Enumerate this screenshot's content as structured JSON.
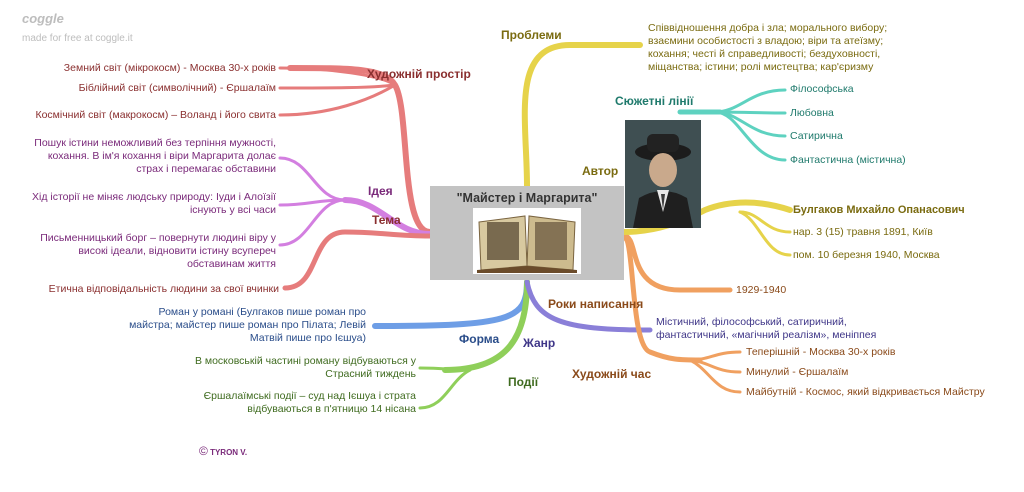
{
  "watermark": {
    "brand": "coggle",
    "tagline": "made for free at coggle.it"
  },
  "central": {
    "title": "\"Майстер і Маргарита\"",
    "icon": "open-book-image"
  },
  "author_portrait": {
    "icon": "portrait-image"
  },
  "colors": {
    "space": "#e67c7c",
    "idea": "#d37fe0",
    "theme": "#e67c7c",
    "form": "#6e9ee6",
    "events": "#8fcf5a",
    "problems": "#e6d34a",
    "plots": "#5ed2c0",
    "author": "#e6d34a",
    "years": "#f0a060",
    "genre": "#8a7fd8",
    "time": "#f0a060"
  },
  "branches": {
    "space": {
      "label": "Художній простір",
      "items": [
        "Земний світ (мікрокосм) - Москва 30-х років",
        "Біблійний світ (символічний) - Єршалаїм",
        "Космічний світ (макрокосм) – Воланд і його свита"
      ]
    },
    "idea": {
      "label": "Ідея",
      "items": [
        "Пошук істини неможливий без терпіння мужності,\nкохання. В ім'я кохання і віри Маргарита долає\nстрах і перемагає обставини",
        "Хід історії не міняє людську природу: Іуди і Алоїзії\nіснують у всі часи",
        "Письменницький борг – повернути людині віру у\nвисокі ідеали, відновити істину всупереч\nобставинам життя"
      ]
    },
    "theme": {
      "label": "Тема",
      "items": [
        "Етична відповідальність людини за свої вчинки"
      ]
    },
    "form": {
      "label": "Форма",
      "items": [
        "Роман у романі (Булгаков пише роман про\nмайстра; майстер пише роман про Пілата; Левій\nМатвій пише про Ієшуа)"
      ]
    },
    "events": {
      "label": "Події",
      "items": [
        "В московській частині роману відбуваються у\nСтрасний тиждень",
        "Єршалаїмські події – суд над Ієшуа і страта\nвідбуваються в п'ятницю 14 нісана"
      ]
    },
    "problems": {
      "label": "Проблеми",
      "items": [
        "Співвідношення добра і зла; морального вибору;\nвзаємини особистості з владою; віри та атеїзму;\nкохання; честі й справедливості; бездуховності,\nміщанства; істини; ролі мистецтва; кар'єризму"
      ]
    },
    "plots": {
      "label": "Сюжетні лінії",
      "items": [
        "Філософська",
        "Любовна",
        "Сатирична",
        "Фантастична (містична)"
      ]
    },
    "author": {
      "label": "Автор",
      "name": "Булгаков Михайло Опанасович",
      "items": [
        "нар. 3 (15) травня 1891, Київ",
        "пом. 10 березня 1940, Москва"
      ]
    },
    "years": {
      "label": "Роки написання",
      "items": [
        "1929-1940"
      ]
    },
    "genre": {
      "label": "Жанр",
      "items": [
        "Містичний, філософський, сатиричний,\nфантастичний, «магічний реалізм», меніппея"
      ]
    },
    "time": {
      "label": "Художній час",
      "items": [
        "Теперішній - Москва 30-х років",
        "Минулий - Єршалаїм",
        "Майбутній - Космос, який відкривається Майстру"
      ]
    }
  },
  "signature": {
    "mark": "©",
    "text": "TYRON V."
  }
}
